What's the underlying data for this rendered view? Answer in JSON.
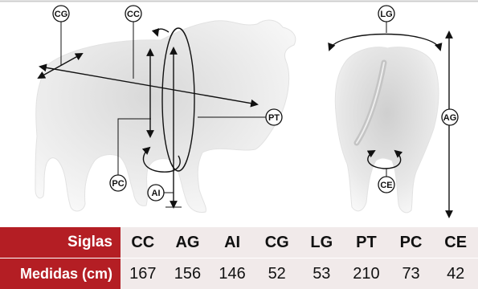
{
  "labels": {
    "cg": "CG",
    "cc": "CC",
    "pt": "PT",
    "pc": "PC",
    "ai": "AI",
    "lg": "LG",
    "ag": "AG",
    "ce": "CE"
  },
  "table": {
    "row1_header": "Siglas",
    "row2_header": "Medidas (cm)",
    "codes": [
      "CC",
      "AG",
      "AI",
      "CG",
      "LG",
      "PT",
      "PC",
      "CE"
    ],
    "values": [
      "167",
      "156",
      "146",
      "52",
      "53",
      "210",
      "73",
      "42"
    ]
  },
  "colors": {
    "header_red": "#b41e24",
    "cell_bg": "#f1eaea"
  }
}
